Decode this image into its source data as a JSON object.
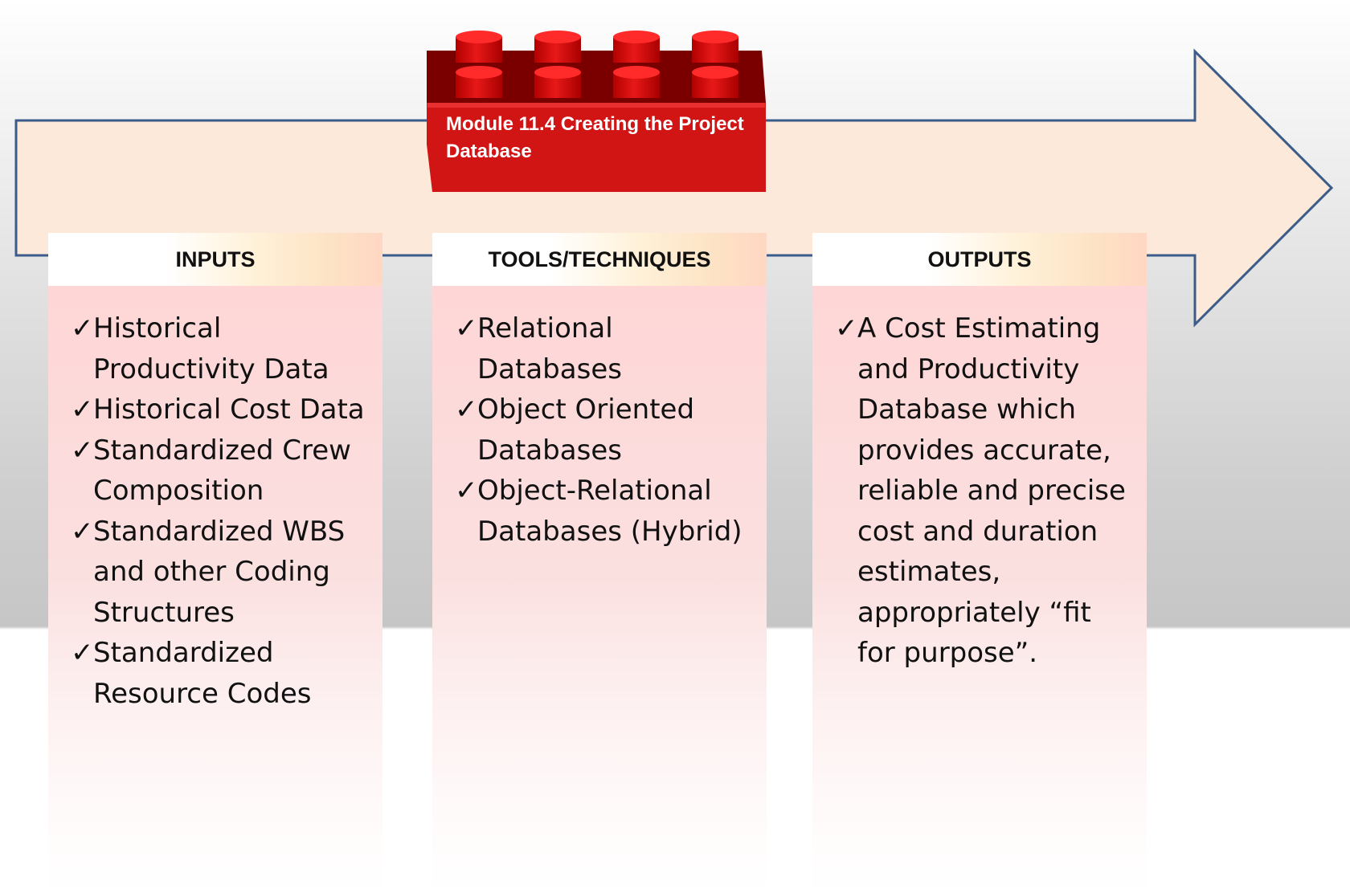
{
  "module": {
    "title": "Module 11.4 Creating the Project Database"
  },
  "colors": {
    "arrow_fill": "#fde9d9",
    "arrow_stroke": "#3b5b8b",
    "brick_red": "#d11515",
    "panel_pink": "#ffd4d4"
  },
  "check_glyph": "✓",
  "panels": {
    "inputs": {
      "heading": "INPUTS",
      "items": [
        "Historical Productivity Data",
        "Historical Cost Data",
        "Standardized Crew Composition",
        "Standardized WBS and other Coding Structures",
        "Standardized Resource Codes"
      ]
    },
    "tools": {
      "heading": "TOOLS/TECHNIQUES",
      "items": [
        "Relational Databases",
        "Object Oriented Databases",
        "Object-Relational Databases (Hybrid)"
      ]
    },
    "outputs": {
      "heading": "OUTPUTS",
      "items": [
        "A Cost Estimating and Productivity Database which provides accurate, reliable and precise cost and duration estimates, appropriately “fit for purpose”."
      ]
    }
  }
}
